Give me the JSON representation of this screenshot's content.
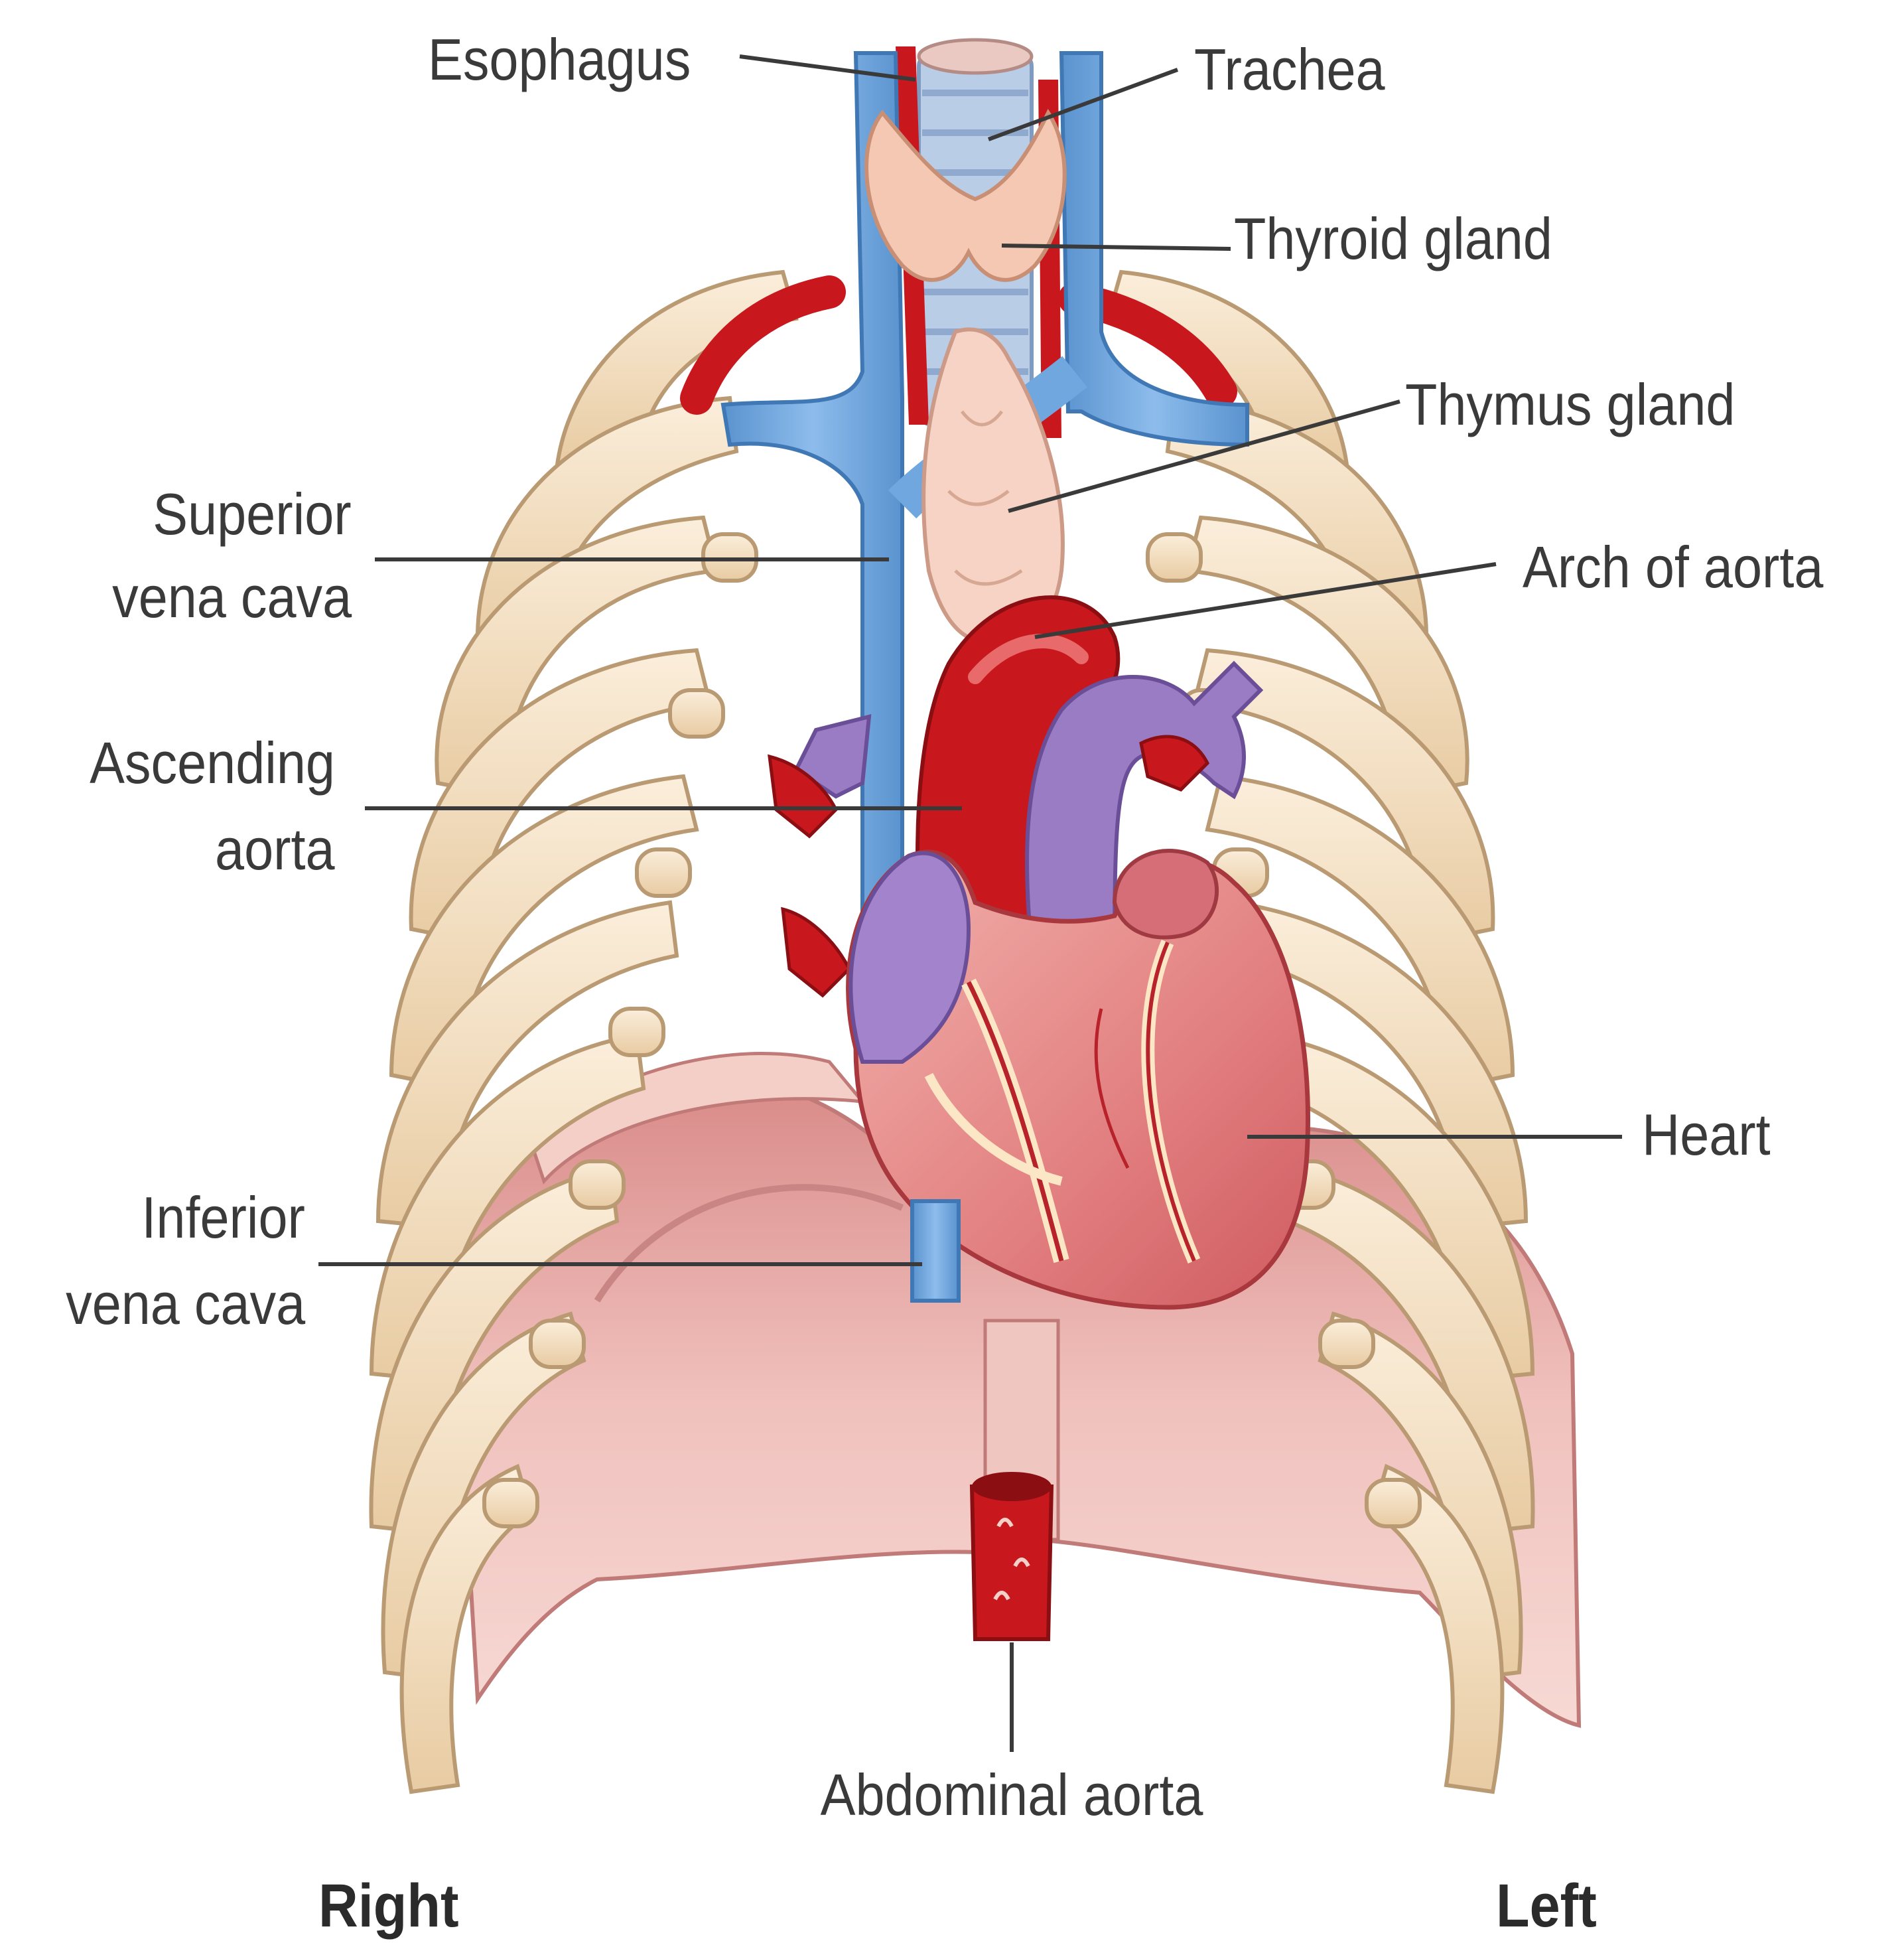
{
  "labels": {
    "esophagus": "Esophagus",
    "trachea": "Trachea",
    "thyroid": "Thyroid gland",
    "thymus": "Thymus gland",
    "svc_line1": "Superior",
    "svc_line2": "vena cava",
    "arch": "Arch of aorta",
    "asc_line1": "Ascending",
    "asc_line2": "aorta",
    "heart": "Heart",
    "ivc_line1": "Inferior",
    "ivc_line2": "vena cava",
    "abdominal": "Abdominal aorta",
    "right": "Right",
    "left": "Left"
  },
  "colors": {
    "bone": "#f3dcb8",
    "bone_outline": "#b99a72",
    "vein": "#6fa7de",
    "artery": "#c8181e",
    "pulmonary": "#9a7cc4",
    "heart": "#e78a8a",
    "diaphragm": "#eab2ae",
    "gland": "#f4c8b2",
    "leader": "#3a3a3a"
  }
}
